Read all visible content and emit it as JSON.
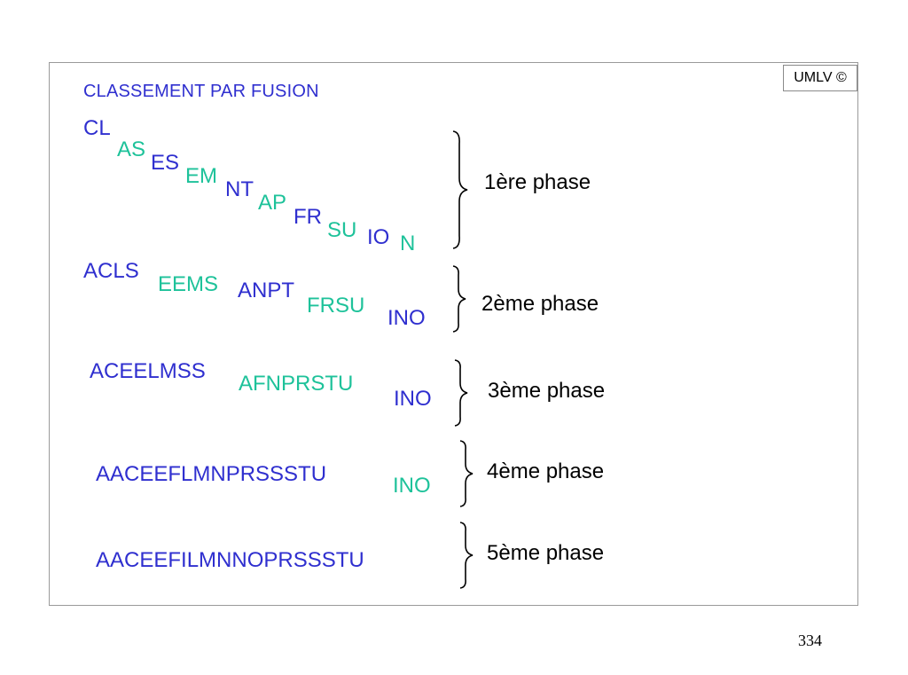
{
  "title": "CLASSEMENT PAR FUSION",
  "badge": "UMLV ©",
  "page_number": "334",
  "colors": {
    "blue": "#2f2fcf",
    "green": "#1ec29a"
  },
  "phase1": {
    "runs": [
      "CL",
      "AS",
      "ES",
      "EM",
      "NT",
      "AP",
      "FR",
      "SU",
      "IO",
      "N"
    ],
    "label": "1ère phase"
  },
  "phase2": {
    "runs": [
      "ACLS",
      "EEMS",
      "ANPT",
      "FRSU",
      "INO"
    ],
    "label": "2ème phase"
  },
  "phase3": {
    "runs": [
      "ACEELMSS",
      "AFNPRSTU",
      "INO"
    ],
    "label": "3ème phase"
  },
  "phase4": {
    "runs": [
      "AACEEFLMNPRSSSTU",
      "INO"
    ],
    "label": "4ème phase"
  },
  "phase5": {
    "runs": [
      "AACEEFILMNNOPRSSSTU"
    ],
    "label": "5ème phase"
  }
}
